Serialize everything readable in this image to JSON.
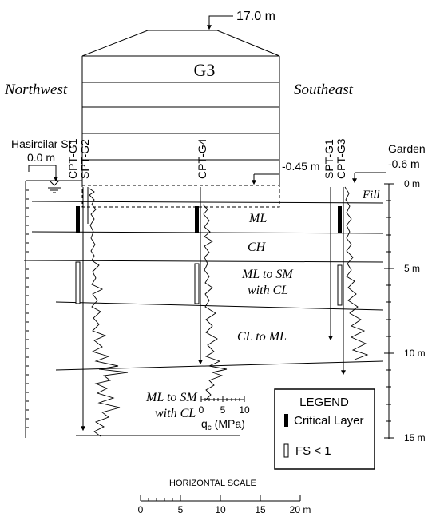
{
  "building": {
    "name": "G3",
    "height": "17.0 m",
    "foundation_depth": "-0.45 m"
  },
  "directions": {
    "left": "Northwest",
    "right": "Southeast"
  },
  "street": {
    "name": "Hasircilar St.",
    "level": "0.0 m"
  },
  "garden": {
    "name": "Garden",
    "level": "-0.6 m"
  },
  "boreholes": {
    "left": [
      "CPT-G1",
      "SPT-G2"
    ],
    "middle": [
      "CPT-G4"
    ],
    "right": [
      "SPT-G1",
      "CPT-G3"
    ]
  },
  "layers": [
    {
      "label": "Fill"
    },
    {
      "label": "ML"
    },
    {
      "label": "CH"
    },
    {
      "label": "ML to SM",
      "label2": "with CL"
    },
    {
      "label": "CL to ML"
    },
    {
      "label": "ML to SM",
      "label2": "with CL"
    }
  ],
  "depth_scale": {
    "ticks": [
      "0 m",
      "5 m",
      "10 m",
      "15 m"
    ]
  },
  "qc_scale": {
    "ticks": [
      "0",
      "5",
      "10"
    ],
    "label_q": "q",
    "label_sub": "c",
    "label_unit": " (MPa)"
  },
  "legend": {
    "title": "LEGEND",
    "items": [
      {
        "symbol": "filled-bar",
        "label": "Critical Layer"
      },
      {
        "symbol": "open-bar",
        "label": "FS < 1"
      }
    ]
  },
  "horizontal_scale": {
    "title": "HORIZONTAL SCALE",
    "ticks": [
      "0",
      "5",
      "10",
      "15",
      "20 m"
    ]
  }
}
